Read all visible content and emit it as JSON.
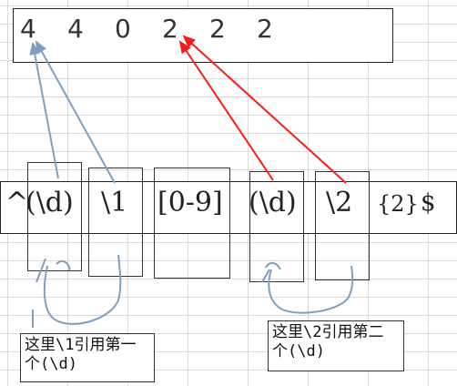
{
  "digits": [
    "4",
    "4",
    "0",
    "2",
    "2",
    "2"
  ],
  "regex": {
    "caret": "^",
    "group1": "(\\d)",
    "backref1": "\\1",
    "charclass": "[0-9]",
    "group2": "(\\d)",
    "backref2": "\\2",
    "quantifier": "{2}",
    "dollar": "$"
  },
  "notes": {
    "note1_line1": "这里\\1引用第一",
    "note1_line2": "个(\\d)",
    "note2_line1": "这里\\2引用第二",
    "note2_line2": "个(\\d)"
  },
  "colors": {
    "blue_arrow": "#7f9fbf",
    "red_arrow": "#ff1a1a"
  }
}
